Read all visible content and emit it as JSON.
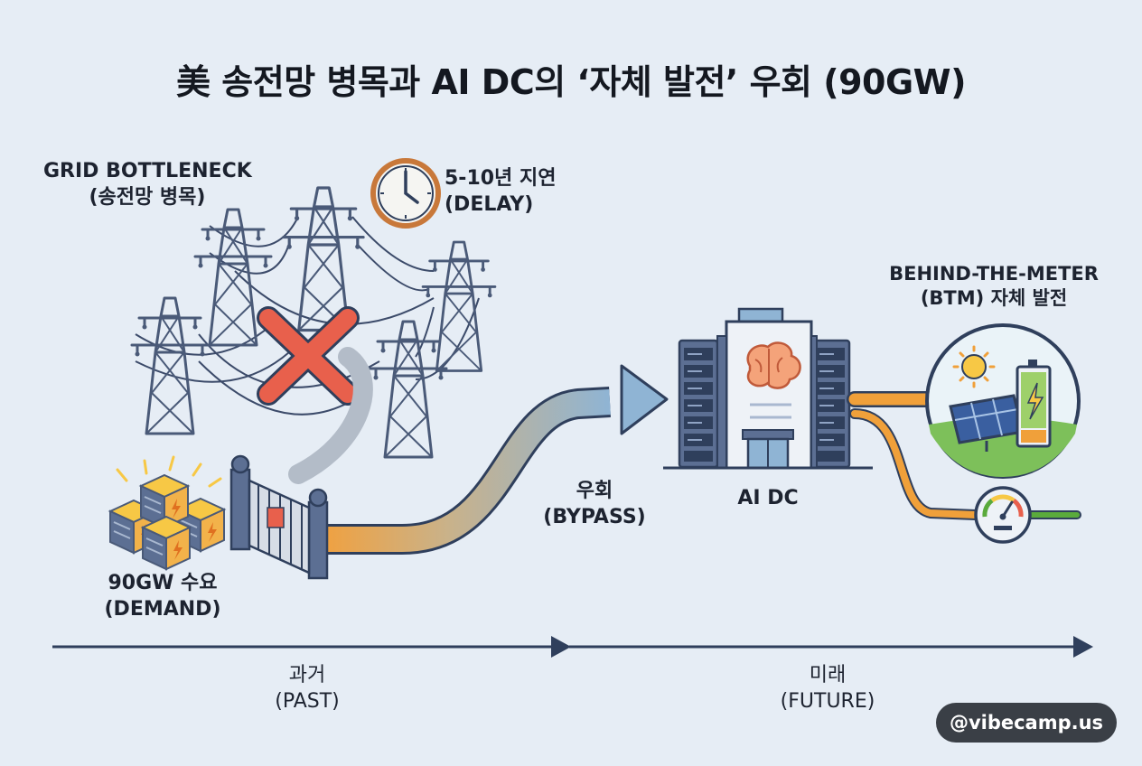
{
  "title": "美 송전망 병목과 AI DC의 ‘자체 발전’ 우회 (90GW)",
  "grid_bottleneck": {
    "line1": "GRID BOTTLENECK",
    "line2": "(송전망 병목)"
  },
  "delay": {
    "line1": "5-10년 지연",
    "line2": "(DELAY)"
  },
  "demand": {
    "line1": "90GW 수요",
    "line2": "(DEMAND)"
  },
  "bypass": {
    "line1": "우회",
    "line2": "(BYPASS)"
  },
  "ai_dc": {
    "label": "AI DC"
  },
  "btm": {
    "line1": "BEHIND-THE-METER",
    "line2": "(BTM) 자체 발전"
  },
  "past": {
    "line1": "과거",
    "line2": "(PAST)"
  },
  "future": {
    "line1": "미래",
    "line2": "(FUTURE)"
  },
  "watermark": "@vibecamp.us",
  "colors": {
    "background": "#e6edf5",
    "line": "#2f3f5c",
    "accent_orange": "#f0a03a",
    "blocked_red": "#e8604c",
    "arrow_blue": "#8fb4d4",
    "green": "#5aaa3c"
  },
  "icons": [
    "transmission-tower-icon",
    "clock-icon",
    "blocked-x-icon",
    "battery-stack-icon",
    "gate-icon",
    "brain-icon",
    "server-rack-icon",
    "sun-icon",
    "solar-panel-icon",
    "battery-icon",
    "meter-gauge-icon"
  ]
}
